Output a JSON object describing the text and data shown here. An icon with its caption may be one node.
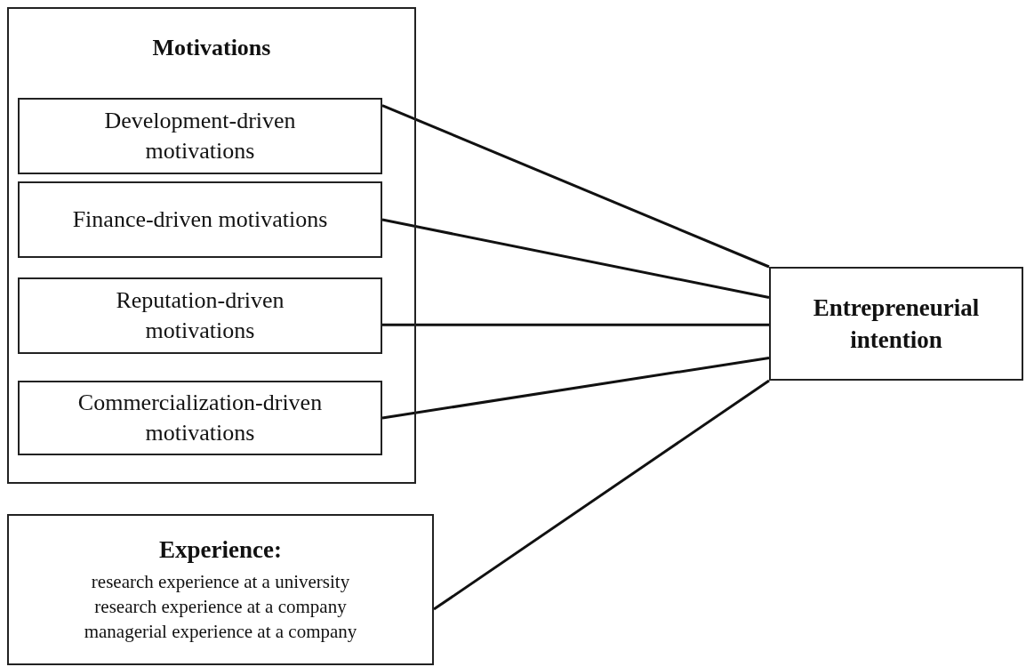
{
  "diagram": {
    "nodes": [
      {
        "text": [
          "Motivations"
        ]
      },
      {
        "text": [
          "Development-driven motivations"
        ],
        "in": 0
      },
      {
        "text": [
          "Finance-driven motivations"
        ],
        "in": 0
      },
      {
        "text": [
          "Reputation-driven motivations"
        ],
        "in": 0
      },
      {
        "text": [
          "Commercialization-driven motivations"
        ],
        "in": 0
      },
      {
        "text": [
          "Entrepreneurial intention"
        ]
      },
      {
        "text": [
          "Experience:",
          "research experience at a university",
          "research experience at a company",
          "managerial experience at a company"
        ]
      }
    ],
    "edges": [
      {
        "from": 1,
        "to": 5,
        "arrow": "none"
      },
      {
        "from": 2,
        "to": 5,
        "arrow": "none"
      },
      {
        "from": 3,
        "to": 5,
        "arrow": "none"
      },
      {
        "from": 4,
        "to": 5,
        "arrow": "none"
      },
      {
        "from": 6,
        "to": 5,
        "arrow": "none"
      }
    ]
  }
}
